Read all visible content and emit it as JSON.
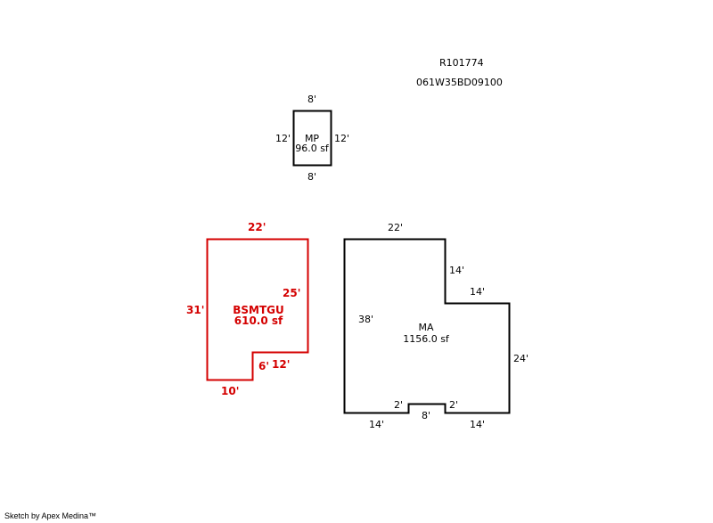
{
  "header": {
    "parcel_id": "R101774",
    "map_number": "061W35BD09100"
  },
  "colors": {
    "building_outline": "#000000",
    "basement_outline": "#d40000"
  },
  "sections": {
    "mp": {
      "label": "MP",
      "area": "96.0 sf",
      "dims": {
        "top": "8'",
        "bottom": "8'",
        "left": "12'",
        "right": "12'"
      }
    },
    "bsmtgu": {
      "label": "BSMTGU",
      "area": "610.0 sf",
      "dims": {
        "top": "22'",
        "left": "31'",
        "right": "25'",
        "notch_horizontal": "12'",
        "notch_vertical": "6'",
        "bottom": "10'"
      }
    },
    "ma": {
      "label": "MA",
      "area": "1156.0 sf",
      "dims": {
        "top": "22'",
        "upper_right_vertical": "14'",
        "step_horizontal": "14'",
        "left": "38'",
        "right": "24'",
        "bottom_left": "14'",
        "bottom_right": "14'",
        "notch_left": "2'",
        "notch_right": "2'",
        "notch_width": "8'"
      }
    }
  },
  "footer": {
    "credit": "Sketch by Apex Medina™"
  }
}
